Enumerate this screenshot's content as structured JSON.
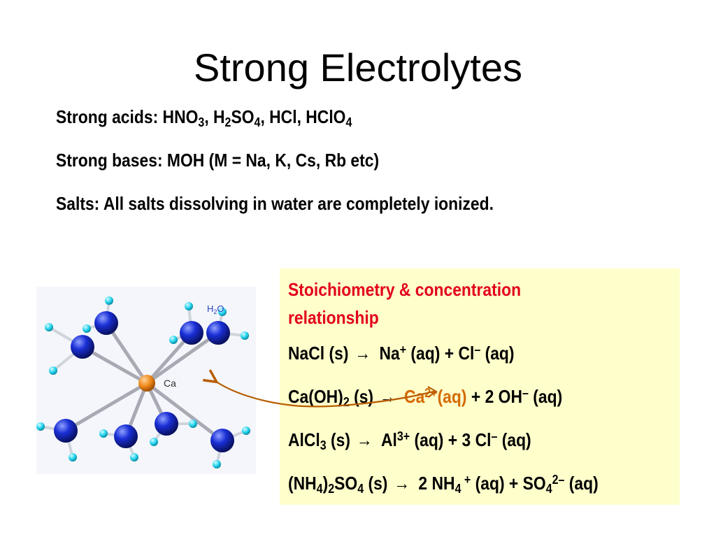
{
  "title": "Strong Electrolytes",
  "bullets": {
    "acids_label": "Strong acids: ",
    "acids": {
      "p1": "HNO",
      "s1": "3",
      "p2": ", H",
      "s2": "2",
      "p3": "SO",
      "s3": "4",
      "p4": ", HCl, HClO",
      "s4": "4"
    },
    "bases": "Strong bases: MOH (M = Na, K, Cs, Rb etc)",
    "salts": "Salts: All salts dissolving in water are completely ionized."
  },
  "molecule": {
    "water_label": "H",
    "water_sub": "2",
    "water_o": "O",
    "ca_label": "Ca"
  },
  "box": {
    "header_line1": "Stoichiometry & concentration",
    "header_line2": "relationship",
    "arrow": "→",
    "eq1": {
      "lhs": "NaCl (s)",
      "na": "Na",
      "na_sup": "+",
      "na_aq": " (aq) +  Cl",
      "cl_sup": "–",
      "cl_aq": " (aq)"
    },
    "eq2": {
      "lhs": "Ca(OH)",
      "lhs_sub": "2",
      "lhs_s": " (s)",
      "ca": "Ca",
      "ca_sup": "2+",
      "ca_aq": "(aq)",
      "plus": "  +  2 OH",
      "oh_sup": "–",
      "oh_aq": " (aq)"
    },
    "eq3": {
      "lhs": "AlCl",
      "lhs_sub": "3",
      "lhs_s": " (s)",
      "al": "Al",
      "al_sup": "3+",
      "al_aq": " (aq)  +  3 Cl",
      "cl_sup": "–",
      "cl_aq": " (aq)"
    },
    "eq4": {
      "lhs1": "(NH",
      "sub1": "4",
      "lhs2": ")",
      "sub2": "2",
      "lhs3": "SO",
      "sub3": "4",
      "lhs_s": " (s)",
      "p1": "2 NH",
      "psub1": "4",
      "psup1": " +",
      "p2": " (aq) + SO",
      "psub2": "4",
      "psup2": "2–",
      "p3": " (aq)"
    }
  },
  "colors": {
    "header": "#e3001b",
    "highlight": "#d46a00",
    "box_bg": "#ffffcc",
    "atom_blue": "#1a2fd6",
    "atom_cyan": "#22d3ee",
    "atom_ca": "#f08a1c"
  }
}
